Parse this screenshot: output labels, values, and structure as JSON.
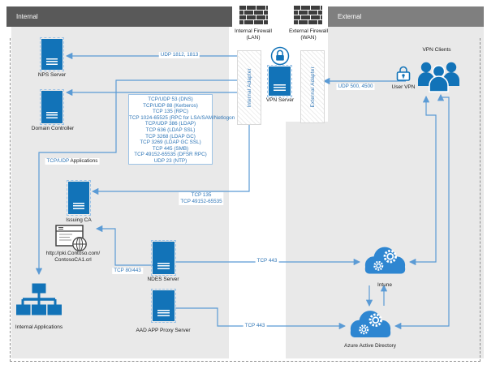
{
  "zones": {
    "internal": {
      "label": "Internal"
    },
    "external": {
      "label": "External"
    }
  },
  "firewalls": {
    "internal": {
      "line1": "Internal Firewall",
      "line2": "(LAN)"
    },
    "external": {
      "line1": "External Firewall",
      "line2": "(WAN)"
    }
  },
  "adapters": {
    "internal": "Internal Adapter",
    "external": "External Adapter"
  },
  "nodes": {
    "nps": "NPS Server",
    "domain_controller": "Domain Controller",
    "issuing_ca": "Issuing CA",
    "crl_line1": "http://pki.Contoso.com/",
    "crl_line2": "ContosoCA1.crl",
    "ndes": "NDES Server",
    "aad_proxy": "AAD APP Proxy Server",
    "internal_apps": "Internal Applications",
    "vpn_server": "VPN Server",
    "user_vpn": "User VPN",
    "vpn_clients": "VPN Clients",
    "intune": "Intune",
    "azure_ad": "Azure Active Directory"
  },
  "port_labels": {
    "radius": "UDP 1812, 1813",
    "ike": "UDP 500, 4500",
    "ca_line1": "TCP 135",
    "ca_line2": "TCP 49152-65535",
    "crl_http": "TCP 80/443",
    "ndes_https": "TCP 443",
    "proxy_https": "TCP 443",
    "apps_blue": "TCP/UDP",
    "apps_black": "Applications"
  },
  "dc_ports": {
    "lines": [
      "TCP/UDP 53 (DNS)",
      "TCP/UDP 88 (Kerberos)",
      "TCP 135 (RPC)",
      "TCP 1024-65525 (RPC for LSA/SAM/Netlogon",
      "TCP/UDP 386 (LDAP)",
      "TCP 636 (LDAP SSL)",
      "TCP 3268 (LDAP GC)",
      "TCP 3269 (LDAP GC SSL)",
      "TCP 445 (SMB)",
      "TCP 49152-65535 (DFSR RPC)",
      "UDP 23 (NTP)"
    ]
  },
  "colors": {
    "accent_blue": "#1273b8",
    "line_blue": "#5b9bd5",
    "label_blue": "#2e75b6",
    "header_dark": "#595959",
    "header_light": "#7f7f7f",
    "zone_bg": "#e9e9e9"
  }
}
